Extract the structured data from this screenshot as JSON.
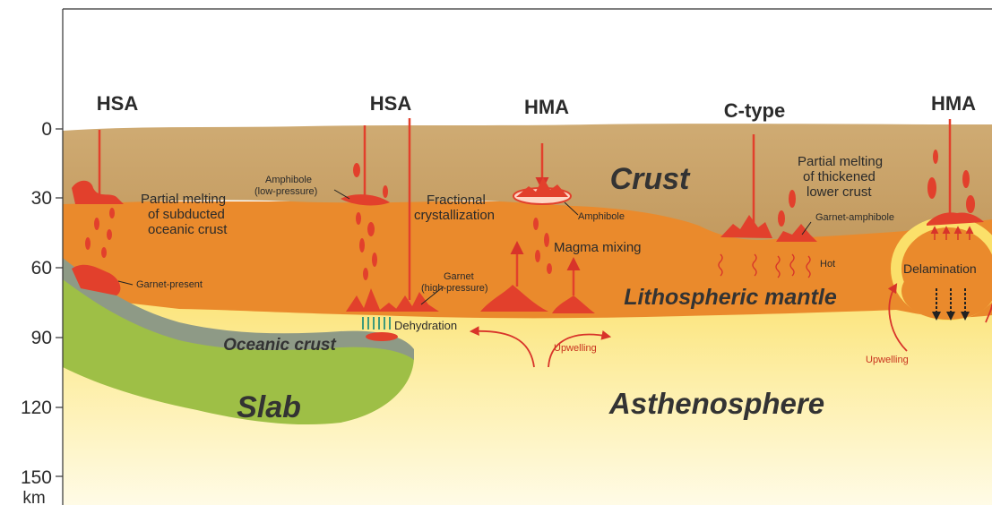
{
  "axis": {
    "ticks": [
      "0",
      "30",
      "60",
      "90",
      "120",
      "150"
    ],
    "unit": "km"
  },
  "section_labels": [
    "HSA",
    "HSA",
    "HMA",
    "C-type",
    "HMA"
  ],
  "layers": {
    "crust": "Crust",
    "lithospheric_mantle": "Lithospheric mantle",
    "oceanic_crust": "Oceanic crust",
    "slab": "Slab",
    "asthenosphere": "Asthenosphere"
  },
  "annotations": {
    "partial_melting_subducted": [
      "Partial melting",
      "of subducted",
      "oceanic crust"
    ],
    "garnet_present": "Garnet-present",
    "amphibole_low": [
      "Amphibole",
      "(low-pressure)"
    ],
    "garnet_high": [
      "Garnet",
      "(high-pressure)"
    ],
    "dehydration": "Dehydration",
    "fractional": [
      "Fractional",
      "crystallization"
    ],
    "amphibole": "Amphibole",
    "magma_mixing": "Magma mixing",
    "partial_melting_thickened": [
      "Partial melting",
      "of thickened",
      "lower crust"
    ],
    "garnet_amphibole": "Garnet-amphibole",
    "hot": "Hot",
    "delamination": "Delamination",
    "upwelling": "Upwelling"
  },
  "colors": {
    "crust": "#c9a46b",
    "lithosphere": "#ea8a2c",
    "asthenosphere_top": "#fbe06a",
    "asthenosphere_bottom": "#fffbe6",
    "slab": "#9ebf46",
    "oceanic_crust": "#8e9a86",
    "magma": "#e2402c"
  }
}
